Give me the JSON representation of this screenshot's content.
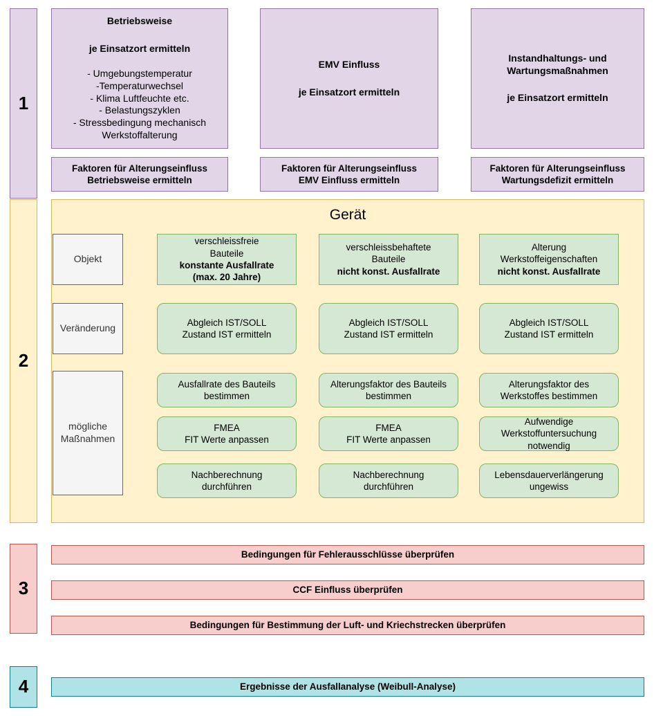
{
  "colors": {
    "purple_fill": "#e1d5e7",
    "purple_stroke": "#9673a6",
    "yellow_fill": "#fff2cc",
    "yellow_stroke": "#d6b656",
    "green_fill": "#d5e8d4",
    "green_stroke": "#82b366",
    "grey_fill": "#f5f5f5",
    "grey_stroke": "#666666",
    "pink_fill": "#f8cecc",
    "pink_stroke": "#b85450",
    "cyan_fill": "#b0e3e6",
    "cyan_stroke": "#0e8088"
  },
  "stages": {
    "one": "1",
    "two": "2",
    "three": "3",
    "four": "4"
  },
  "section1": {
    "columns": [
      {
        "title_line1": "Betriebsweise",
        "title_line2": "je Einsatzort ermitteln",
        "bullets": [
          "- Umgebungstemperatur",
          "-Temperaturwechsel",
          "- Klima Luftfeuchte etc.",
          "- Belastungszyklen",
          "- Stressbedingung mechanisch",
          "Werkstoffalterung"
        ],
        "factor_line1": "Faktoren für Alterungseinfluss",
        "factor_line2": "Betriebsweise ermitteln"
      },
      {
        "title_line1": "EMV Einfluss",
        "title_line2": "je Einsatzort ermitteln",
        "bullets": [],
        "factor_line1": "Faktoren für Alterungseinfluss",
        "factor_line2": "EMV Einfluss ermitteln"
      },
      {
        "title_line1": "Instandhaltungs- und",
        "title_line1b": "Wartungsmaßnahmen",
        "title_line2": "je Einsatzort ermitteln",
        "bullets": [],
        "factor_line1": "Faktoren für Alterungseinfluss",
        "factor_line2": "Wartungsdefizit ermitteln"
      }
    ]
  },
  "section2": {
    "panel_title": "Gerät",
    "row_labels": {
      "objekt": "Objekt",
      "veraenderung": "Veränderung",
      "massnahmen_line1": "mögliche",
      "massnahmen_line2": "Maßnahmen"
    },
    "objekt_row": [
      {
        "line1": "verschleissfreie",
        "line2": "Bauteile",
        "line3": "konstante Ausfallrate",
        "line4": "(max. 20 Jahre)"
      },
      {
        "line1": "verschleissbehaftete",
        "line2": "Bauteile",
        "line3": "nicht konst. Ausfallrate",
        "line4": ""
      },
      {
        "line1": "Alterung",
        "line2": "Werkstoffeigenschaften",
        "line3": "nicht konst. Ausfallrate",
        "line4": ""
      }
    ],
    "veraenderung_row": [
      {
        "line1": "Abgleich IST/SOLL",
        "line2": "Zustand IST ermitteln"
      },
      {
        "line1": "Abgleich IST/SOLL",
        "line2": "Zustand IST ermitteln"
      },
      {
        "line1": "Abgleich IST/SOLL",
        "line2": "Zustand IST ermitteln"
      }
    ],
    "massnahmen_rows": [
      [
        {
          "line1": "Ausfallrate des Bauteils",
          "line2": "bestimmen",
          "line3": ""
        },
        {
          "line1": "Alterungsfaktor des Bauteils",
          "line2": "bestimmen",
          "line3": ""
        },
        {
          "line1": "Alterungsfaktor des",
          "line2": "Werkstoffes bestimmen",
          "line3": ""
        }
      ],
      [
        {
          "line1": "FMEA",
          "line2": "FIT Werte anpassen",
          "line3": ""
        },
        {
          "line1": "FMEA",
          "line2": "FIT Werte anpassen",
          "line3": ""
        },
        {
          "line1": "Aufwendige",
          "line2": "Werkstoffuntersuchung",
          "line3": "notwendig"
        }
      ],
      [
        {
          "line1": "Nachberechnung",
          "line2": "durchführen",
          "line3": ""
        },
        {
          "line1": "Nachberechnung",
          "line2": "durchführen",
          "line3": ""
        },
        {
          "line1": "Lebensdauerverlängerung",
          "line2": "ungewiss",
          "line3": ""
        }
      ]
    ]
  },
  "section3": {
    "bars": [
      "Bedingungen für Fehlerausschlüsse überprüfen",
      "CCF Einfluss überprüfen",
      "Bedingungen für Bestimmung der Luft- und Kriechstrecken überprüfen"
    ]
  },
  "section4": {
    "bar": "Ergebnisse der Ausfallanalyse (Weibull-Analyse)"
  }
}
